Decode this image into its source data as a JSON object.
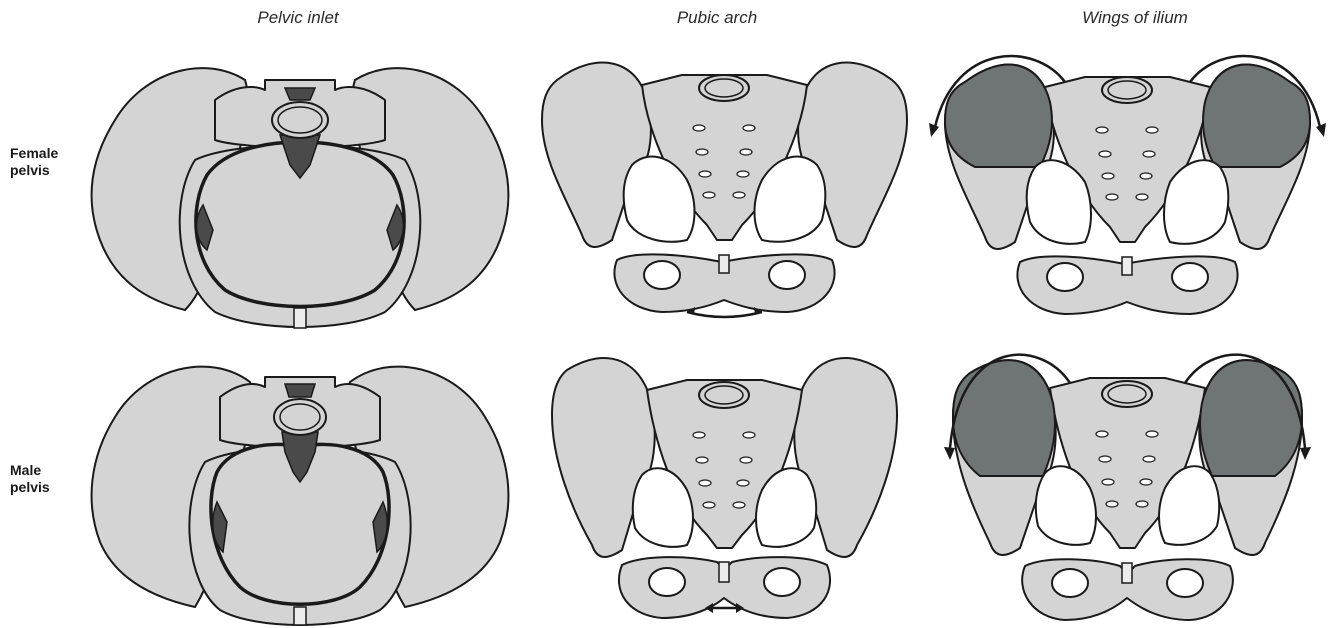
{
  "columns": [
    {
      "title": "Pelvic inlet"
    },
    {
      "title": "Pubic arch"
    },
    {
      "title": "Wings of ilium"
    }
  ],
  "rows": [
    {
      "label_line1": "Female",
      "label_line2": "pelvis"
    },
    {
      "label_line1": "Male",
      "label_line2": "pelvis"
    }
  ],
  "colors": {
    "bone": "#d4d4d4",
    "outline": "#1a1a1a",
    "shadow": "#4a4a4a",
    "ilium_highlight": "#6f7475",
    "background": "#ffffff"
  }
}
